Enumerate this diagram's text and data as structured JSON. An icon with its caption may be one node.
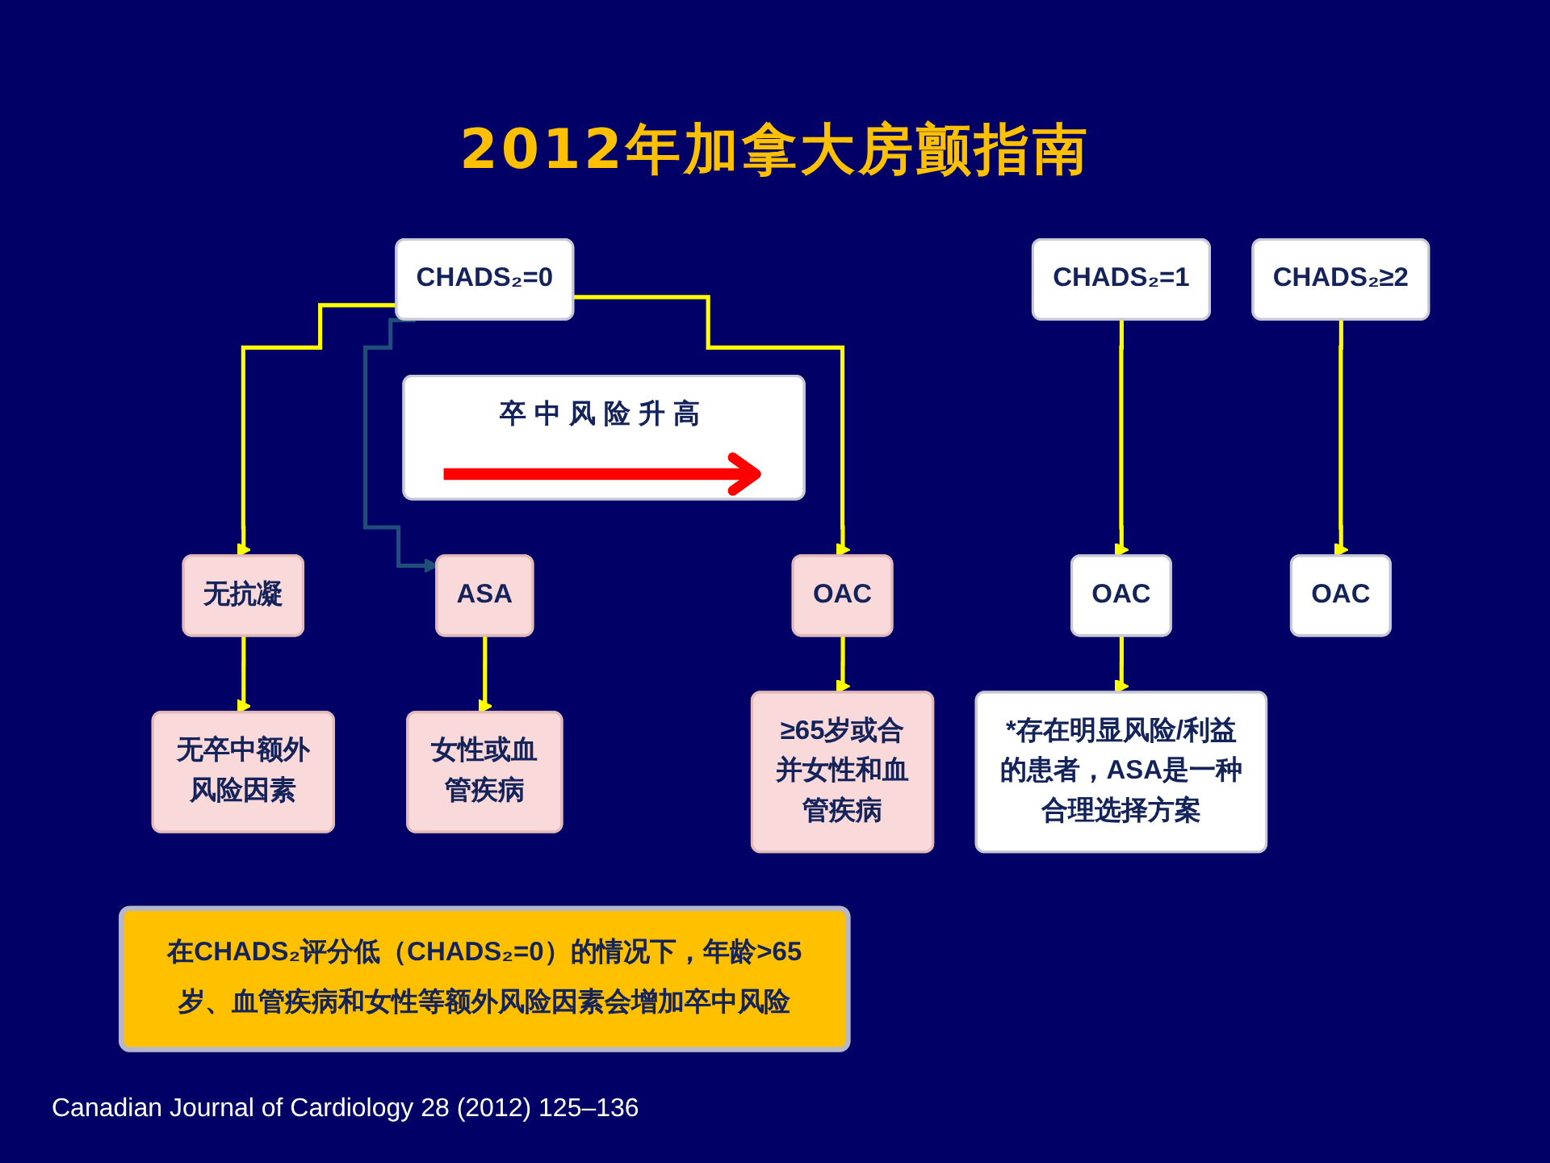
{
  "diagram": {
    "title": "2012年加拿大房颤指南",
    "caption": "Canadian Journal of Cardiology 28 (2012) 125–136",
    "nodes": [
      {
        "text": [
          "CHADS₂=0"
        ]
      },
      {
        "text": [
          "CHADS₂=1"
        ]
      },
      {
        "text": [
          "CHADS₂≥2"
        ]
      },
      {
        "text": [
          "卒中风险升高"
        ]
      },
      {
        "text": [
          "无抗凝"
        ]
      },
      {
        "text": [
          "ASA"
        ]
      },
      {
        "text": [
          "OAC"
        ]
      },
      {
        "text": [
          "OAC"
        ]
      },
      {
        "text": [
          "OAC"
        ]
      },
      {
        "text": [
          "无卒中额外风险因素"
        ]
      },
      {
        "text": [
          "女性或血管疾病"
        ]
      },
      {
        "text": [
          "≥65岁或合并女性和血管疾病"
        ]
      },
      {
        "text": [
          "*存在明显风险/利益的患者，ASA是一种合理选择方案"
        ]
      },
      {
        "text": [
          "在CHADS₂评分低（CHADS₂=0）的情况下，年龄>65岁、血管疾病和女性等额外风险因素会增加卒中风险"
        ]
      }
    ],
    "edges": [
      {
        "from": 0,
        "to": 4,
        "arrow": "to"
      },
      {
        "from": 0,
        "to": 5,
        "arrow": "to",
        "color": "#1f4e79"
      },
      {
        "from": 0,
        "to": 6,
        "arrow": "to"
      },
      {
        "from": 1,
        "to": 7,
        "arrow": "to"
      },
      {
        "from": 2,
        "to": 8,
        "arrow": "to"
      },
      {
        "from": 4,
        "to": 9,
        "arrow": "to"
      },
      {
        "from": 5,
        "to": 10,
        "arrow": "to"
      },
      {
        "from": 6,
        "to": 11,
        "arrow": "to"
      },
      {
        "from": 7,
        "to": 12,
        "arrow": "to"
      }
    ]
  }
}
